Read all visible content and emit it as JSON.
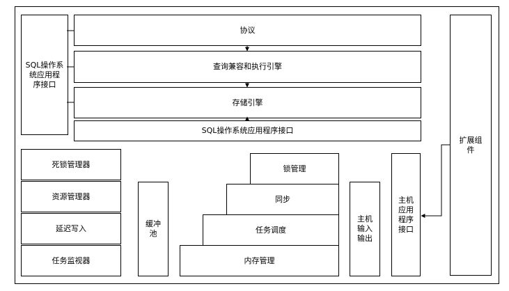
{
  "diagram": {
    "sql_os_api_left": "SQL操作系\n统应用程\n序接口",
    "protocol": "协议",
    "query_engine": "查询兼容和执行引擎",
    "storage_engine": "存储引擎",
    "sql_os_api_bar": "SQL操作系统应用程序接口",
    "extension": "扩展组\n件",
    "deadlock_manager": "死锁管理器",
    "resource_manager": "资源管理器",
    "lazy_writer": "延迟写入",
    "task_monitor": "任务监视器",
    "buffer_pool": "缓冲\n池",
    "lock_manager": "锁管理",
    "sync": "同步",
    "task_scheduling": "任务调度",
    "memory_manager": "内存管理",
    "host_io": "主机\n输入\n输出",
    "host_api": "主机\n应用\n程序\n接口"
  }
}
